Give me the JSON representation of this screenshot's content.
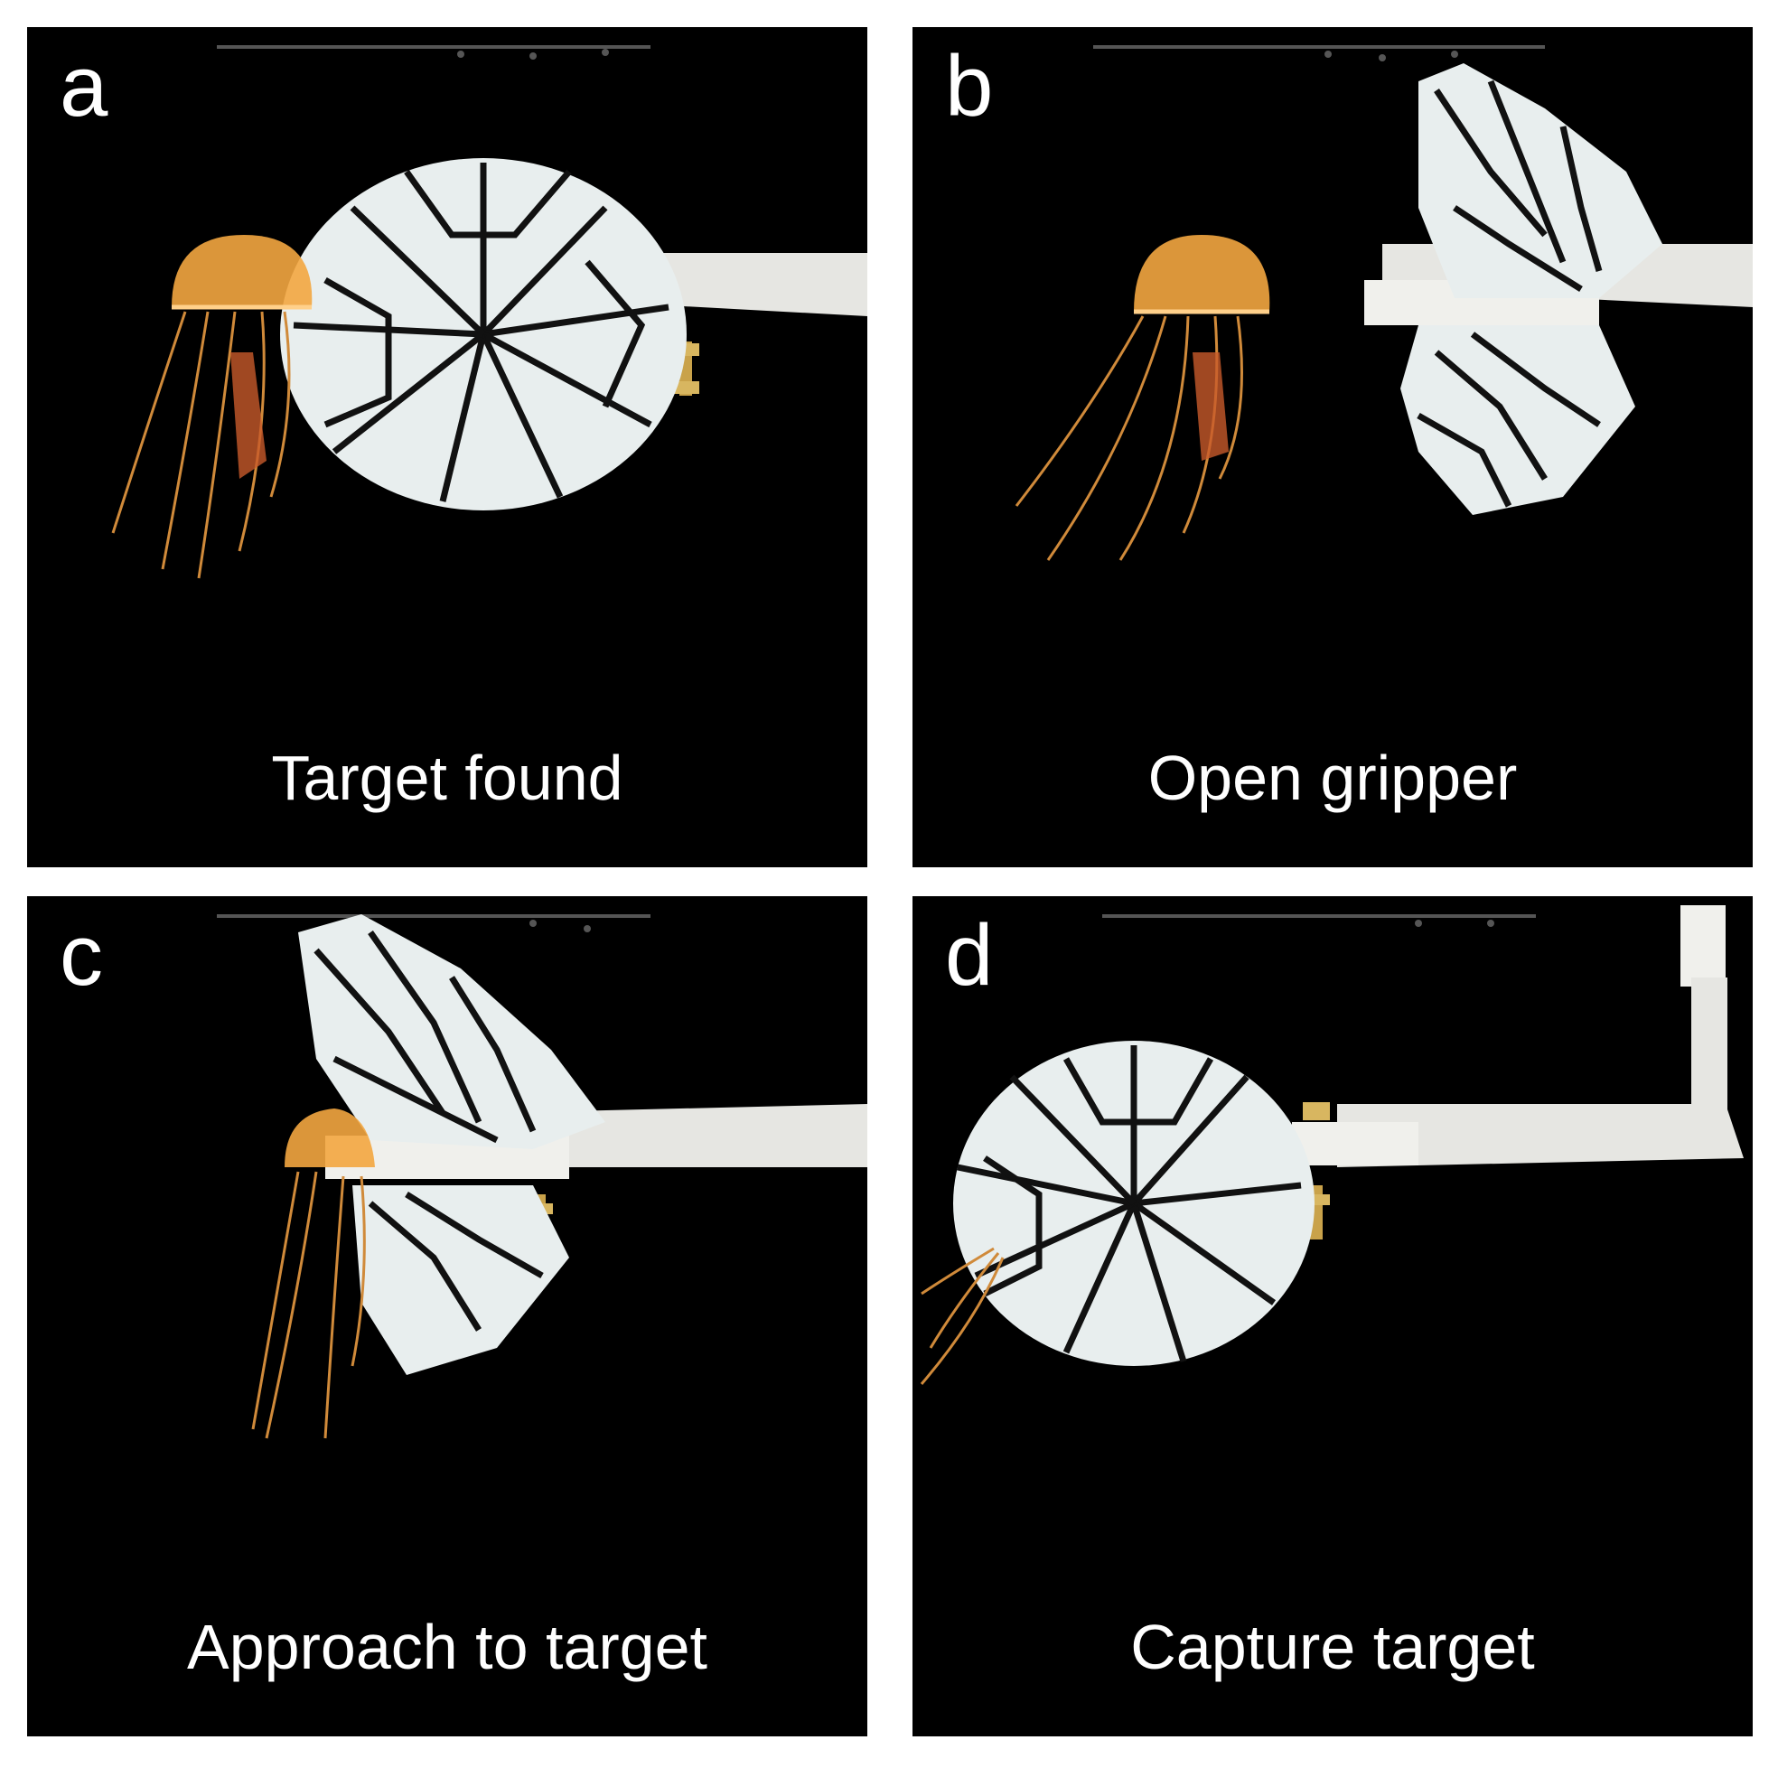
{
  "panels": [
    {
      "letter": "a",
      "caption": "Target found"
    },
    {
      "letter": "b",
      "caption": "Open gripper"
    },
    {
      "letter": "c",
      "caption": "Approach to target"
    },
    {
      "letter": "d",
      "caption": "Capture target"
    }
  ],
  "colors": {
    "background": "#000000",
    "gripper": "#e8eeee",
    "crease": "#111111",
    "jellyfish": "#f3a640",
    "tentacle": "#d08a3a",
    "arm": "#eeeeee",
    "bolt": "#c9a24a"
  }
}
